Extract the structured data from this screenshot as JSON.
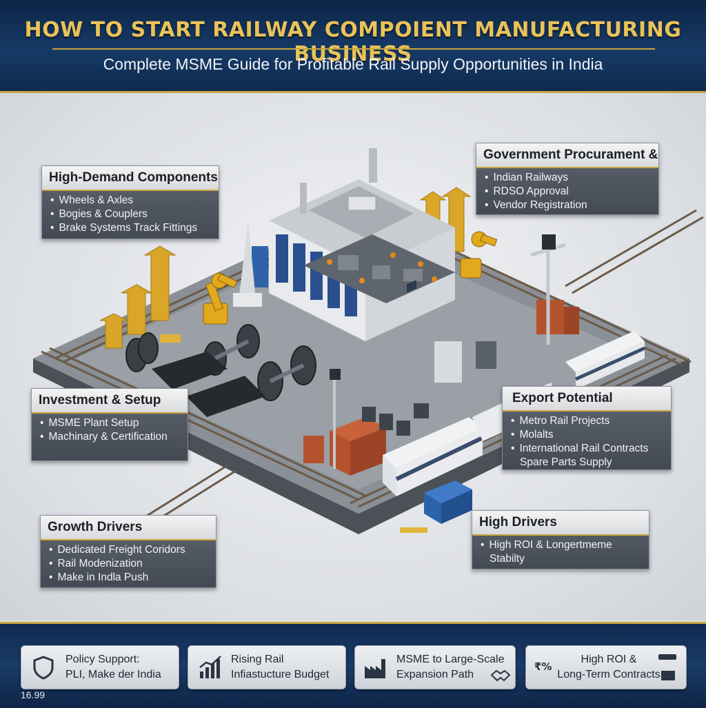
{
  "header": {
    "title": "HOW TO START RAILWAY COMPOIENT MANUFACTURING BUSINESS",
    "subtitle": "Complete MSME Guide for Profitable Rail Supply Opportunities in India"
  },
  "cards": {
    "components": {
      "title": "High-Demand Components",
      "items": [
        "Wheels & Axles",
        "Bogies & Couplers",
        "Brake Systems   Track Fittings"
      ]
    },
    "procurement": {
      "title": "Government Procurament &",
      "items": [
        "Indian Railways",
        "RDSO Approval",
        "Vendor Registration"
      ]
    },
    "investment": {
      "title": "Investment & Setup",
      "items": [
        "MSME Plant Setup",
        "Machinary & Certification"
      ]
    },
    "export": {
      "title": "Export Potential",
      "items": [
        "Metro Rail Projects",
        "Molalts",
        "International Rail Contracts"
      ],
      "continuation": "Spare Parts Supply"
    },
    "growth": {
      "title": "Growth Drivers",
      "items": [
        "Dedicated Freight Coridors",
        "Rail Modenization",
        "Make in Indla Push"
      ]
    },
    "high": {
      "title": "High Drivers",
      "items": [
        "High ROI & Longertmeme"
      ],
      "continuation": "Stabilty"
    }
  },
  "footer": {
    "policy": {
      "line1": "Policy Support:",
      "line2": "PLI, Make der India",
      "icon": "shield-icon"
    },
    "budget": {
      "line1": "Rising Rail",
      "line2": "Infiastucture Budget",
      "icon": "bar-chart-icon"
    },
    "expansion": {
      "line1": "MSME to Large-Scale",
      "line2": "Expansion Path",
      "icon": "factory-icon"
    },
    "roi": {
      "line1": "High ROI &",
      "line2": "Long-Term Contracts",
      "icon": "train-icon"
    }
  },
  "price_label": "16.99",
  "colors": {
    "header_bg": "#0f2a4e",
    "title_gold": "#e9c25a",
    "accent_gold": "#c9a640",
    "card_bg": "#4b525c",
    "factory_blue": "#2a4f8f",
    "container_rust": "#b5522e"
  }
}
